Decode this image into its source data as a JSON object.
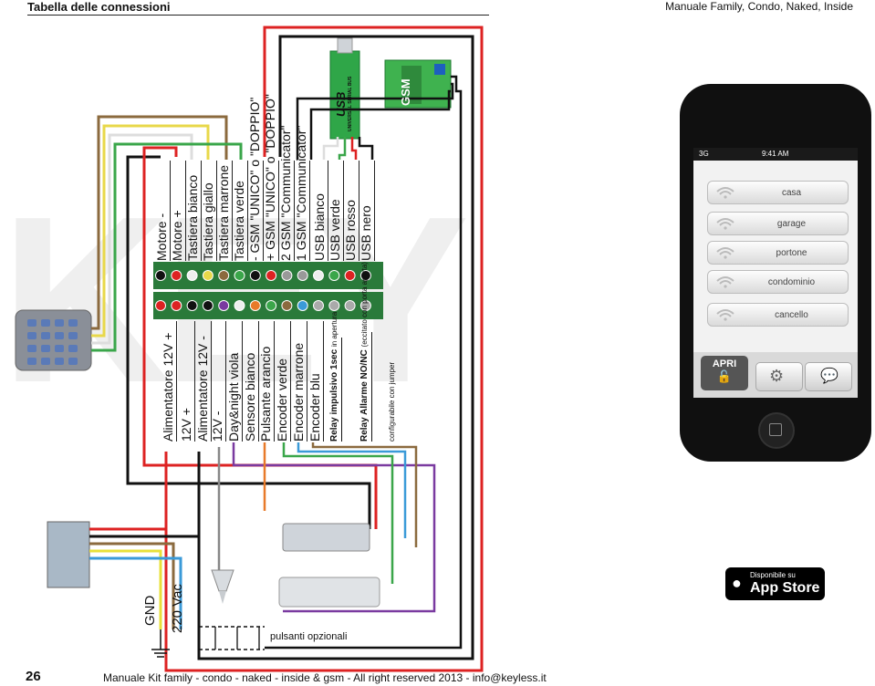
{
  "header": {
    "title": "Tabella delle connessioni",
    "manual": "Manuale Family, Condo, Naked, Inside"
  },
  "top_labels": [
    "Motore -",
    "Motore +",
    "Tastiera bianco",
    "Tastiera giallo",
    "Tastiera marrone",
    "Tastiera verde",
    "- GSM \"UNICO\" o \"DOPPIO\"",
    "+ GSM \"UNICO\" o \"DOPPIO\"",
    "2 GSM \"Communicator\"",
    "1 GSM \"Communicator\"",
    "USB bianco",
    "USB verde",
    "USB rosso",
    "USB nero"
  ],
  "bottom_labels": [
    "Alimentatore 12V +",
    "12V +",
    "Alimentatore 12V -",
    "12V -",
    "Day&night viola",
    "Sensore bianco",
    "Pulsante arancio",
    "Encoder verde",
    "Encoder marrone",
    "Encoder blu"
  ],
  "relays": {
    "relay1": "Relay impulsivo 1sec",
    "relay1_sub": "in apertura",
    "relay2": "Relay Allarme NO/NC",
    "relay2_sub": "(eccitato con porta aperta)",
    "relay3": "configurabile con jumper"
  },
  "modules": {
    "gsm": "GSM",
    "usb": "USB",
    "usb_sub": "UNIVERSAL SERIAL BUS"
  },
  "power": {
    "gnd": "GND",
    "vac": "220 Vac",
    "pulsanti": "pulsanti opzionali"
  },
  "phone": {
    "carrier": "3G",
    "time": "9:41 AM",
    "buttons": [
      "casa",
      "garage",
      "portone",
      "condominio",
      "cancello"
    ],
    "apri": "APRI"
  },
  "appstore": {
    "line1": "Disponibile su",
    "line2": "App Store"
  },
  "watermark": "KEY",
  "footer": {
    "page": "26",
    "text": "Manuale Kit family - condo - naked - inside & gsm - All right reserved 2013 - info@keyless.it"
  }
}
